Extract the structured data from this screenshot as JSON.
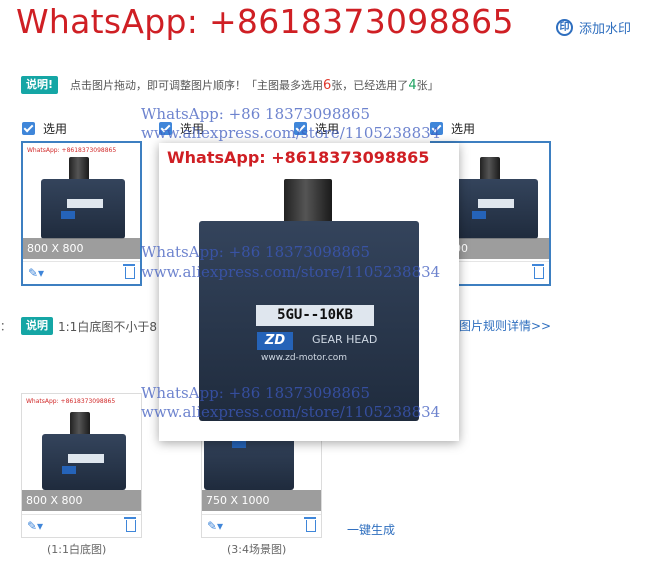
{
  "header": {
    "title": "WhatsApp: +8618373098865",
    "watermark_icon": "印",
    "watermark_label": "添加水印"
  },
  "tip": {
    "badge": "说明!",
    "text_before": "点击图片拖动，即可调整图片顺序！「主图最多选用",
    "max_count": "6",
    "text_mid": "张，已经选用了",
    "used_count": "4",
    "text_after": "张」"
  },
  "select_label": "选用",
  "main_images": [
    {
      "dim": "800 X 800",
      "selected": true
    },
    {
      "dim": "",
      "selected": true
    },
    {
      "dim": "",
      "selected": true
    },
    {
      "dim": "X 800",
      "selected": true
    }
  ],
  "thumb_watermark": "WhatsApp: +8618373098865",
  "rule": {
    "badge": "说明",
    "text": "1:1白底图不小于8",
    "link": "图片规则详情>>",
    "marker": "："
  },
  "lower_images": [
    {
      "dim": "800 X 800",
      "caption": "(1:1白底图)"
    },
    {
      "dim": "750 X 1000",
      "caption": "(3:4场景图)"
    }
  ],
  "generate_label": "一键生成",
  "popup": {
    "title": "WhatsApp: +8618373098865",
    "model": "5GU--10KB",
    "brand": "ZD",
    "gear": "GEAR HEAD",
    "url": "www.zd-motor.com"
  },
  "overlay_watermark": {
    "line1": "WhatsApp: +86 18373098865",
    "line2": "www.aliexpress.com/store/1105238834"
  },
  "colors": {
    "brand_red": "#cf1f24",
    "link_blue": "#2f6fbf",
    "badge_teal": "#15a6a5",
    "motor_navy": "#2b3a52"
  },
  "icons": {
    "watermark": "stamp-icon",
    "magic": "magic-wand-icon",
    "delete": "trash-icon",
    "check": "checkbox-checked-icon"
  }
}
